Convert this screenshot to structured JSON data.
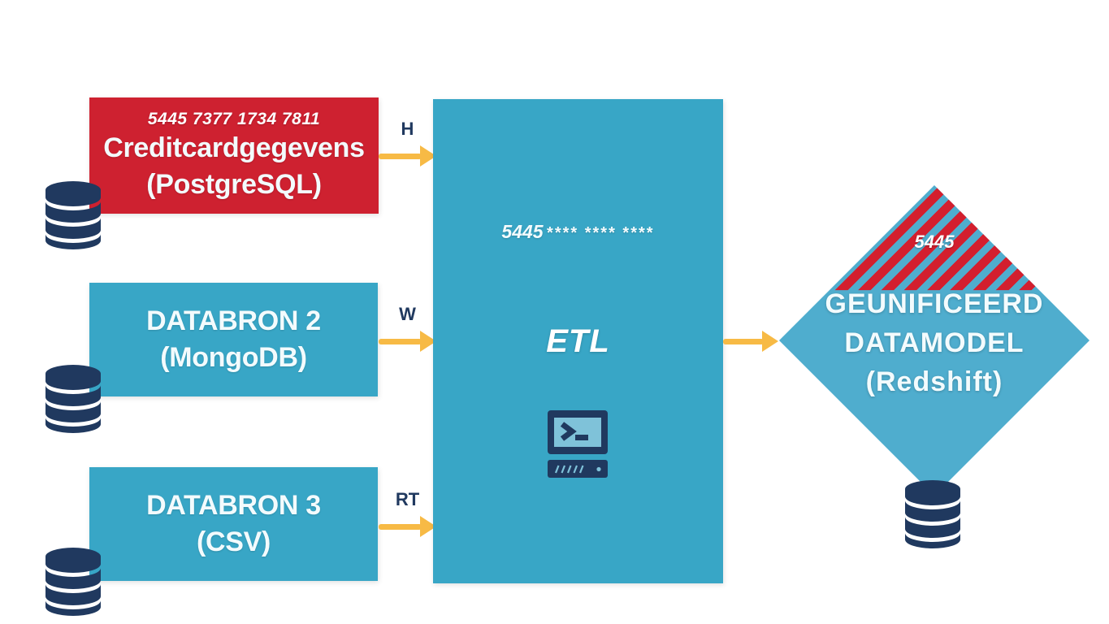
{
  "colors": {
    "background": "#ffffff",
    "red": "#ce2130",
    "teal": "#38a6c6",
    "diamond": "#4fadce",
    "stripeRed": "#d31f2e",
    "navy": "#20395f",
    "arrow": "#f7ba45",
    "screen": "#7fc2d9",
    "textLight": "#f3fbfd"
  },
  "sources": [
    {
      "card_number": "5445 7377 1734 7811",
      "title": "Creditcardgegevens",
      "subtitle": "(PostgreSQL)",
      "arrow_label": "H"
    },
    {
      "title": "DATABRON 2",
      "subtitle": "(MongoDB)",
      "arrow_label": "W"
    },
    {
      "title": "DATABRON 3",
      "subtitle": "(CSV)",
      "arrow_label": "RT"
    }
  ],
  "etl": {
    "masked_prefix": "5445",
    "masked_rest": "**** **** ****",
    "label": "ETL"
  },
  "target": {
    "card_prefix": "5445",
    "line1": "GEUNIFICEERD",
    "line2": "DATAMODEL",
    "line3": "(Redshift)"
  }
}
